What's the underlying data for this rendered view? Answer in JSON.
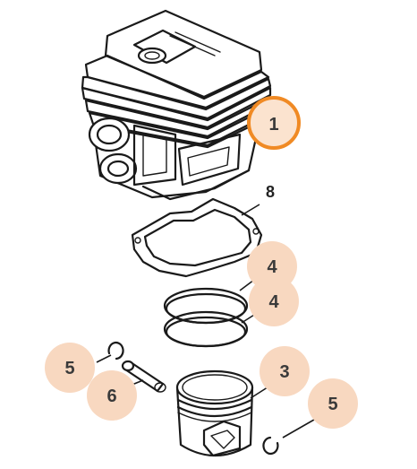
{
  "callouts": {
    "cylinder": "1",
    "gasket": "8",
    "ring_upper": "4",
    "ring_lower": "4",
    "piston": "3",
    "circlip_left": "5",
    "piston_pin": "6",
    "circlip_right": "5"
  },
  "colors": {
    "highlight_ring": "#f08a24",
    "highlight_fill": "#fbe3cf",
    "callout_fill": "#f8d8c0",
    "line": "#1a1a1a"
  }
}
